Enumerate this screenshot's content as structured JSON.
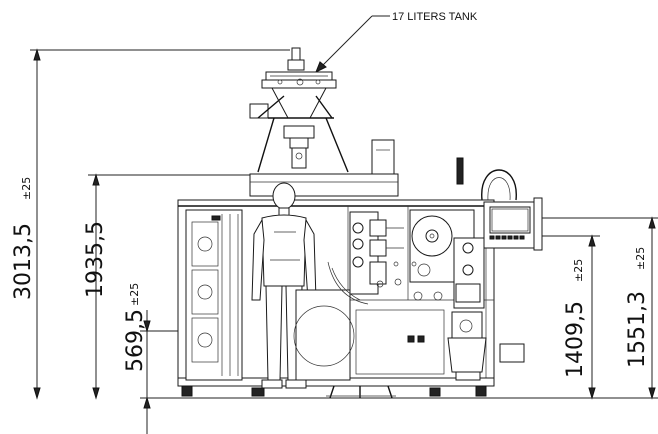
{
  "callout": {
    "label": "17 LITERS TANK"
  },
  "dimensions": {
    "overall_height": {
      "value": "3013,5",
      "tolerance": "±25"
    },
    "frame_height": {
      "value": "1935,5"
    },
    "lower_height": {
      "value": "569,5",
      "tolerance": "±25"
    },
    "panel_height": {
      "value": "1409,5",
      "tolerance": "±25"
    },
    "screen_height": {
      "value": "1551,3",
      "tolerance": "±25"
    }
  }
}
